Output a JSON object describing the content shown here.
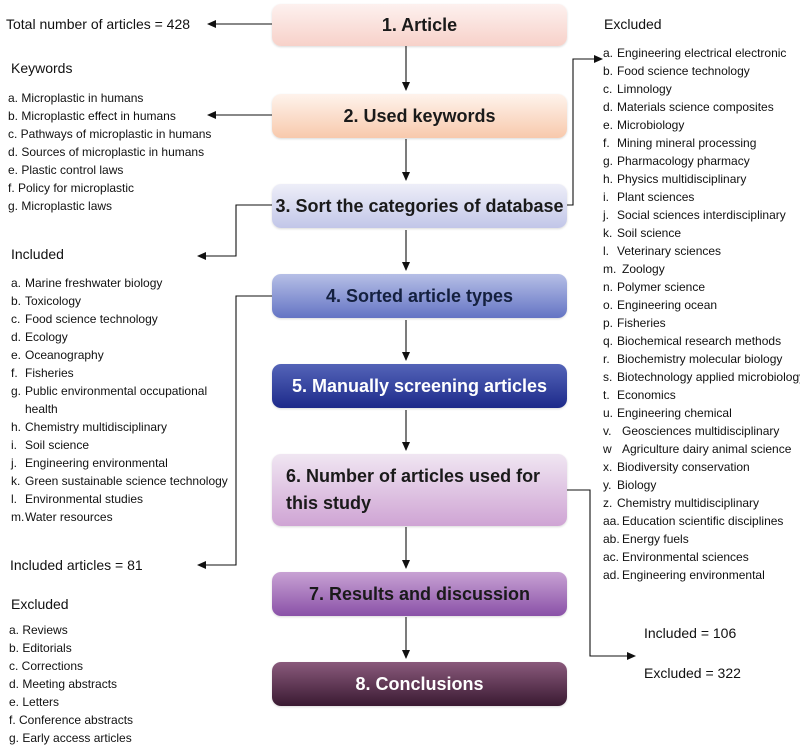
{
  "total_articles": "Total number of articles = 428",
  "steps": [
    "1. Article",
    "2. Used keywords",
    "3. Sort the categories of database",
    "4. Sorted article types",
    "5. Manually screening articles",
    "6. Number of articles used for this study",
    "7. Results and discussion",
    "8. Conclusions"
  ],
  "keywords": {
    "heading": "Keywords",
    "items": [
      "a. Microplastic in humans",
      "b. Microplastic effect in humans",
      "c. Pathways of microplastic in humans",
      "d. Sources of microplastic in humans",
      "e. Plastic control laws",
      "f. Policy for microplastic",
      "g. Microplastic laws"
    ]
  },
  "included_categories": {
    "heading": "Included",
    "items": [
      {
        "marker": "a.",
        "text": "Marine freshwater biology"
      },
      {
        "marker": "b.",
        "text": "Toxicology"
      },
      {
        "marker": "c.",
        "text": "Food science technology"
      },
      {
        "marker": "d.",
        "text": "Ecology"
      },
      {
        "marker": "e.",
        "text": "Oceanography"
      },
      {
        "marker": "f.",
        "text": "Fisheries"
      },
      {
        "marker": "g.",
        "text": "Public environmental occupational",
        "cont": "health"
      },
      {
        "marker": "h.",
        "text": "Chemistry multidisciplinary"
      },
      {
        "marker": "i.",
        "text": "Soil science"
      },
      {
        "marker": "j.",
        "text": "Engineering environmental"
      },
      {
        "marker": "k.",
        "text": "Green sustainable science technology"
      },
      {
        "marker": "l.",
        "text": "Environmental studies"
      },
      {
        "marker": "m.",
        "text": "Water resources"
      }
    ]
  },
  "included_articles": "Included articles = 81",
  "excluded_types": {
    "heading": "Excluded",
    "items": [
      "a. Reviews",
      "b. Editorials",
      "c. Corrections",
      "d. Meeting abstracts",
      "e. Letters",
      "f. Conference abstracts",
      "g. Early access articles"
    ]
  },
  "excluded_categories": {
    "heading": "Excluded",
    "items": [
      {
        "marker": "a.",
        "text": "Engineering electrical electronic"
      },
      {
        "marker": "b.",
        "text": "Food science technology"
      },
      {
        "marker": "c.",
        "text": "Limnology"
      },
      {
        "marker": "d.",
        "text": "Materials science composites"
      },
      {
        "marker": "e.",
        "text": "Microbiology"
      },
      {
        "marker": "f.",
        "text": "Mining mineral processing"
      },
      {
        "marker": "g.",
        "text": "Pharmacology pharmacy"
      },
      {
        "marker": "h.",
        "text": "Physics multidisciplinary"
      },
      {
        "marker": "i.",
        "text": "Plant sciences"
      },
      {
        "marker": "j.",
        "text": "Social sciences interdisciplinary"
      },
      {
        "marker": "k.",
        "text": "Soil science"
      },
      {
        "marker": "l.",
        "text": "Veterinary sciences"
      },
      {
        "marker": "m.",
        "text": "Zoology"
      },
      {
        "marker": "n.",
        "text": "Polymer science"
      },
      {
        "marker": "o.",
        "text": "Engineering ocean"
      },
      {
        "marker": "p.",
        "text": "Fisheries"
      },
      {
        "marker": "q.",
        "text": "Biochemical research methods"
      },
      {
        "marker": "r.",
        "text": "Biochemistry molecular biology"
      },
      {
        "marker": "s.",
        "text": "Biotechnology applied microbiology"
      },
      {
        "marker": "t.",
        "text": "Economics"
      },
      {
        "marker": "u.",
        "text": "Engineering chemical"
      },
      {
        "marker": "v.",
        "text": "Geosciences multidisciplinary"
      },
      {
        "marker": "w",
        "text": "Agriculture dairy animal science"
      },
      {
        "marker": "x.",
        "text": "Biodiversity conservation"
      },
      {
        "marker": "y.",
        "text": "Biology"
      },
      {
        "marker": "z.",
        "text": "Chemistry multidisciplinary"
      },
      {
        "marker": "aa.",
        "text": "Education scientific disciplines"
      },
      {
        "marker": "ab.",
        "text": "Energy fuels"
      },
      {
        "marker": "ac.",
        "text": "Environmental sciences"
      },
      {
        "marker": "ad.",
        "text": "Engineering environmental"
      }
    ]
  },
  "final_counts": {
    "included": "Included = 106",
    "excluded": "Excluded = 322"
  }
}
